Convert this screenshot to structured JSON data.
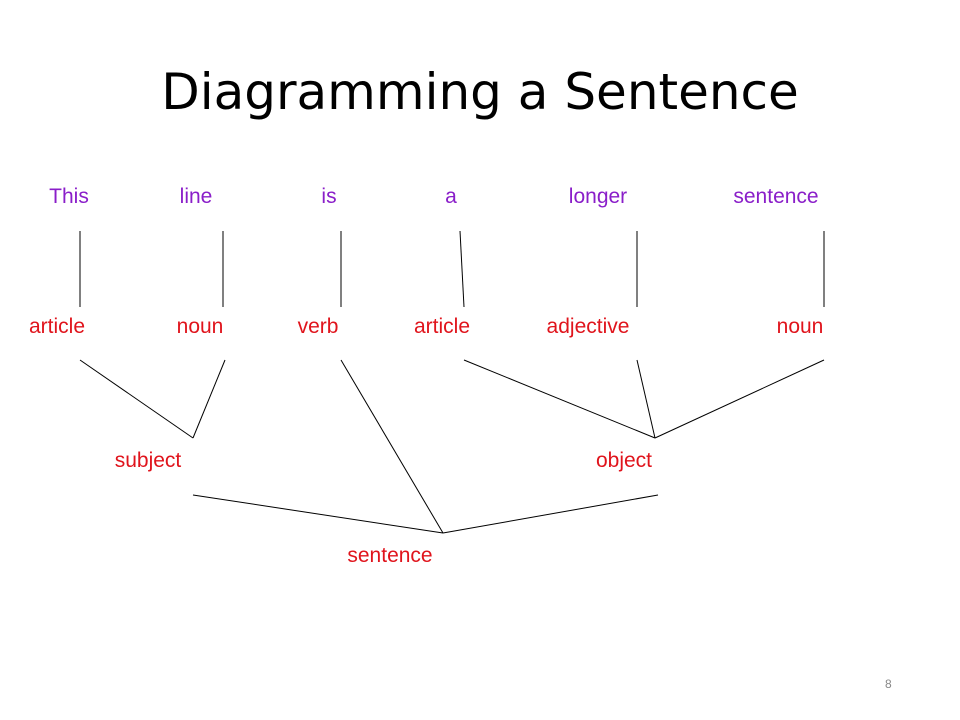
{
  "title": "Diagramming a Sentence",
  "words": [
    "This",
    "line",
    "is",
    "a",
    "longer",
    "sentence"
  ],
  "parts_of_speech": [
    "article",
    "noun",
    "verb",
    "article",
    "adjective",
    "noun"
  ],
  "phrases": {
    "subject": "subject",
    "object": "object"
  },
  "root": "sentence",
  "page_number": "8",
  "colors": {
    "word": "#8a1ec9",
    "label": "#e0141c",
    "line": "#000000"
  }
}
